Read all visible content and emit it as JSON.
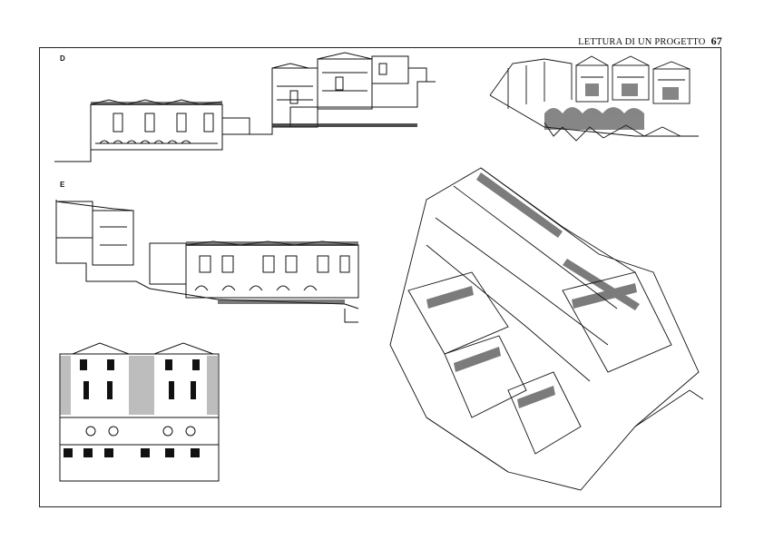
{
  "header": {
    "title": "LETTURA DI UN PROGETTO",
    "page_number": "67"
  },
  "figures": {
    "section_d": {
      "label": "D"
    },
    "section_e": {
      "label": "E"
    }
  }
}
